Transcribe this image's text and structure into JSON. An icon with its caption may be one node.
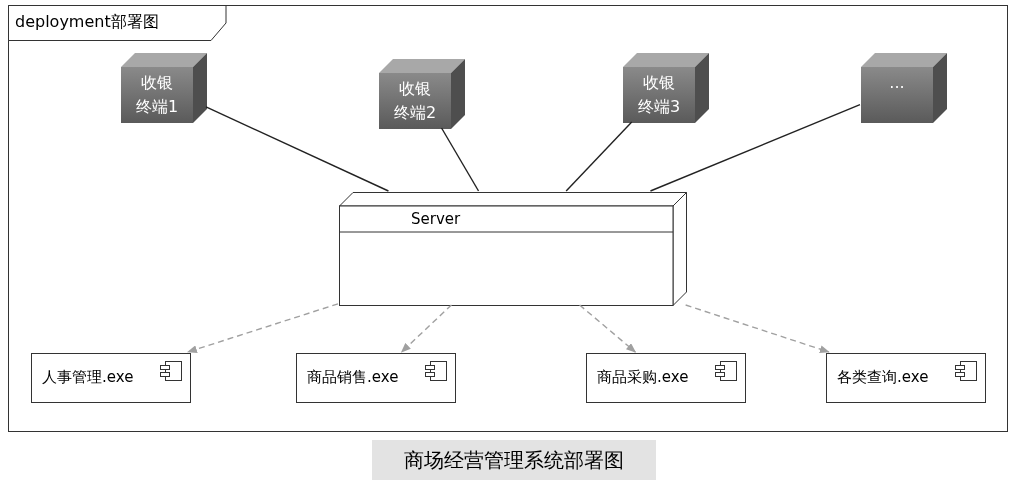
{
  "diagram": {
    "caption": "商场经营管理系统部署图",
    "nodes": [
      {
        "text": [
          "deployment部署图"
        ]
      },
      {
        "text": [
          "收银终端1"
        ],
        "in": 0
      },
      {
        "text": [
          "收银终端2"
        ],
        "in": 0
      },
      {
        "text": [
          "收银终端3"
        ],
        "in": 0
      },
      {
        "text": [
          "..."
        ],
        "in": 0
      },
      {
        "text": [
          "Server"
        ],
        "in": 0
      },
      {
        "text": [
          "人事管理.exe"
        ],
        "in": 0
      },
      {
        "text": [
          "商品销售.exe"
        ],
        "in": 0
      },
      {
        "text": [
          "商品采购.exe"
        ],
        "in": 0
      },
      {
        "text": [
          "各类查询.exe"
        ],
        "in": 0
      }
    ],
    "edges": [
      {
        "from": 1,
        "to": 5,
        "arrow": "none"
      },
      {
        "from": 2,
        "to": 5,
        "arrow": "none"
      },
      {
        "from": 3,
        "to": 5,
        "arrow": "none"
      },
      {
        "from": 4,
        "to": 5,
        "arrow": "none"
      },
      {
        "from": 5,
        "to": 6,
        "arrow": "to",
        "style": "dashed",
        "color": "#a0a0a0"
      },
      {
        "from": 5,
        "to": 7,
        "arrow": "to",
        "style": "dashed",
        "color": "#a0a0a0"
      },
      {
        "from": 5,
        "to": 8,
        "arrow": "to",
        "style": "dashed",
        "color": "#a0a0a0"
      },
      {
        "from": 5,
        "to": 9,
        "arrow": "to",
        "style": "dashed",
        "color": "#a0a0a0"
      }
    ]
  }
}
